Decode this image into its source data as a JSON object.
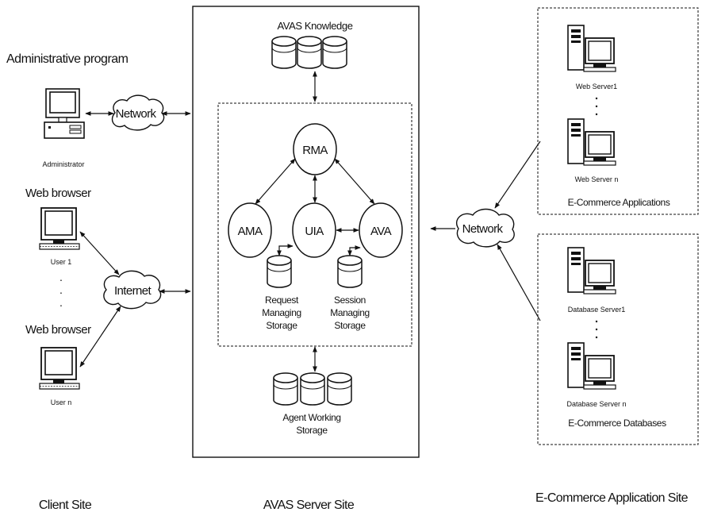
{
  "client_site": {
    "admin_program_title": "Administrative program",
    "administrator_label": "Administrator",
    "network_label": "Network",
    "web_browser_1": "Web browser",
    "user_1": "User 1",
    "ellipsis": "·",
    "web_browser_n": "Web browser",
    "user_n": "User n",
    "internet_label": "Internet",
    "site_label": "Client Site"
  },
  "server_site": {
    "knowledge_label": "AVAS Knowledge",
    "rma": "RMA",
    "ama": "AMA",
    "uia": "UIA",
    "ava": "AVA",
    "request_storage": [
      "Request",
      "Managing",
      "Storage"
    ],
    "session_storage": [
      "Session",
      "Managing",
      "Storage"
    ],
    "working_storage": [
      "Agent Working",
      "Storage"
    ],
    "site_label": "AVAS Server Site"
  },
  "ecommerce_site": {
    "network_label": "Network",
    "web_server_1": "Web Server1",
    "web_server_n": "Web Server n",
    "applications_label": "E-Commerce Applications",
    "db_server_1": "Database Server1",
    "db_server_n": "Database Server n",
    "databases_label": "E-Commerce Databases",
    "site_label": "E-Commerce Application Site"
  }
}
